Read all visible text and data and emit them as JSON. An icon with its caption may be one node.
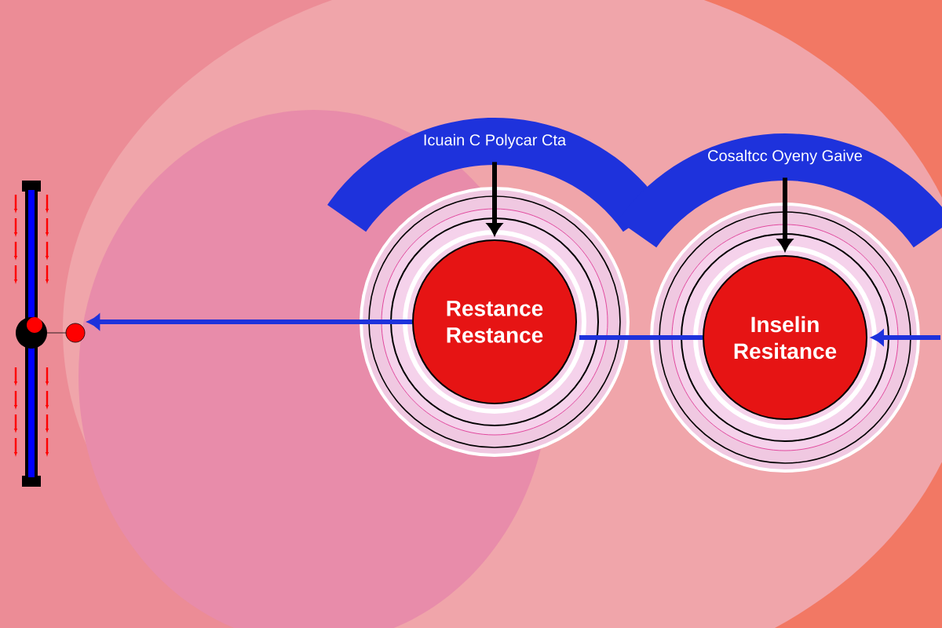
{
  "diagram": {
    "nodes": [
      {
        "text": [],
        "shape": "bar"
      },
      {
        "text": [
          "Icuain C Polycar Cta"
        ]
      },
      {
        "text": [
          "Cosaltcc Oyeny Gaive"
        ]
      },
      {
        "text": [
          "Restance Restance"
        ]
      },
      {
        "text": [
          "Inselin Resitance"
        ]
      }
    ],
    "edges": [
      {
        "from": 3,
        "to": 0,
        "arrow": "to"
      },
      {
        "from": 1,
        "to": 3,
        "arrow": "to",
        "color": "#000000"
      },
      {
        "from": 2,
        "to": 4,
        "arrow": "to",
        "color": "#000000"
      },
      {
        "from": 4,
        "to": 3,
        "arrow": "none"
      },
      {
        "from": null,
        "to": 4,
        "arrow": "to"
      }
    ]
  }
}
